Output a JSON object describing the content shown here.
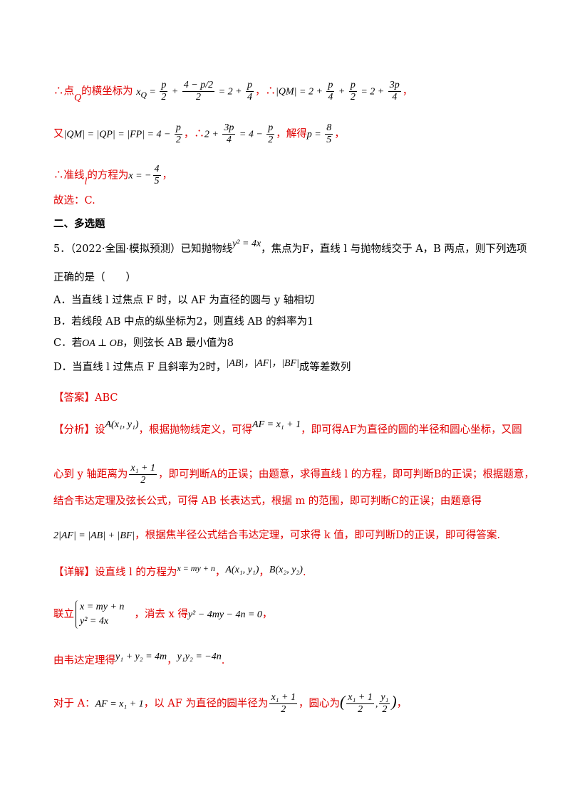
{
  "lines": {
    "l1_prefix": "∴点",
    "l1_q": "Q",
    "l1_mid": "的横坐标为",
    "l1_eq1a": "x",
    "l1_eq1b": "Q",
    "l1_eq1c": " = ",
    "l1_f1n": "p",
    "l1_f1d": "2",
    "l1_plus": " + ",
    "l1_f2n": "4 − p/2",
    "l1_f2d": "2",
    "l1_eq2": " = 2 + ",
    "l1_f3n": "p",
    "l1_f3d": "4",
    "l1_sep": "，∴",
    "l1_qm": "|QM| = 2 + ",
    "l1_f4n": "p",
    "l1_f4d": "4",
    "l1_plus2": " + ",
    "l1_f5n": "p",
    "l1_f5d": "2",
    "l1_eq3": " = 2 + ",
    "l1_f6n": "3p",
    "l1_f6d": "4",
    "l1_end": "，",
    "l2_you": "又",
    "l2_eq": "|QM| = |QP| = |FP| = 4 − ",
    "l2_f1n": "p",
    "l2_f1d": "2",
    "l2_sep": "，∴",
    "l2_eq2": "2 + ",
    "l2_f2n": "3p",
    "l2_f2d": "4",
    "l2_eq3": " = 4 − ",
    "l2_f3n": "p",
    "l2_f3d": "2",
    "l2_solve": "，解得",
    "l2_p": "p = ",
    "l2_f4n": "8",
    "l2_f4d": "5",
    "l2_end": "，",
    "l3_prefix": "∴准线",
    "l3_l": "l",
    "l3_mid": "的方程为",
    "l3_eq": "x = −",
    "l3_fn": "4",
    "l3_fd": "5",
    "l3_end": "，",
    "l4": "故选：C.",
    "section": "二、多选题",
    "q5_a": "5．（2022·全国·模拟预测）已知抛物线",
    "q5_eq": "y² = 4x",
    "q5_b": "，焦点为F，直线 l 与抛物线交于 A，B 两点，则下列选项",
    "q5_c": "正确的是（　　）",
    "optA": "A．当直线 l 过焦点 F 时，以 AF 为直径的圆与 y 轴相切",
    "optB": "B．若线段 AB 中点的纵坐标为2，则直线 AB 的斜率为1",
    "optC_a": "C．若",
    "optC_eq": "OA ⊥ OB",
    "optC_b": "，则弦长 AB 最小值为8",
    "optD_a": "D．当直线 l 过焦点 F 且斜率为2时，",
    "optD_eq": "|AB|，|AF|，|BF|",
    "optD_b": "成等差数列",
    "answer": "【答案】ABC",
    "an1_a": "【分析】设",
    "an1_eq": "A(x₁, y₁)",
    "an1_b": "，根据抛物线定义，可得",
    "an1_eq2": "AF = x₁ + 1",
    "an1_c": "，即可得AF为直径的圆的半径和圆心坐标，又圆",
    "an2_a": "心到 y 轴距离为",
    "an2_fn": "x₁ + 1",
    "an2_fd": "2",
    "an2_b": "，即可判断A的正误；由题意，求得直线 l 的方程，即可判断B的正误；根据题意，",
    "an3": "结合韦达定理及弦长公式，可得 AB 长表达式，根据 m 的范围，即可判断C的正误；由题意得",
    "an4_eq": "2|AF| = |AB| + |BF|",
    "an4_b": "，根据焦半径公式结合韦达定理，可求得 k 值，即可判断D的正误，即可得答案.",
    "de1_a": "【详解】设直线 l 的方程为",
    "de1_eq": "x = my + n",
    "de1_b": "，",
    "de1_eq2": "A(x₁, y₁)",
    "de1_c": "，",
    "de1_eq3": "B(x₂, y₂)",
    "de1_d": ".",
    "de2_a": "联立",
    "de2_s1": "x = my + n",
    "de2_s2": "y² = 4x",
    "de2_b": "，消去 x 得",
    "de2_eq": "y² − 4my − 4n = 0",
    "de2_c": "，",
    "de3_a": "由韦达定理得",
    "de3_eq": "y₁ + y₂ = 4m",
    "de3_b": "，",
    "de3_eq2": "y₁y₂ = −4n",
    "de3_c": ".",
    "de4_a": "对于 A：",
    "de4_eq": "AF = x₁ + 1",
    "de4_b": "，以 AF 为直径的圆半径为",
    "de4_fn": "x₁ + 1",
    "de4_fd": "2",
    "de4_c": "，圆心为",
    "de4_p1n": "x₁ + 1",
    "de4_p1d": "2",
    "de4_p2n": "y₁",
    "de4_p2d": "2",
    "de4_end": "，"
  }
}
